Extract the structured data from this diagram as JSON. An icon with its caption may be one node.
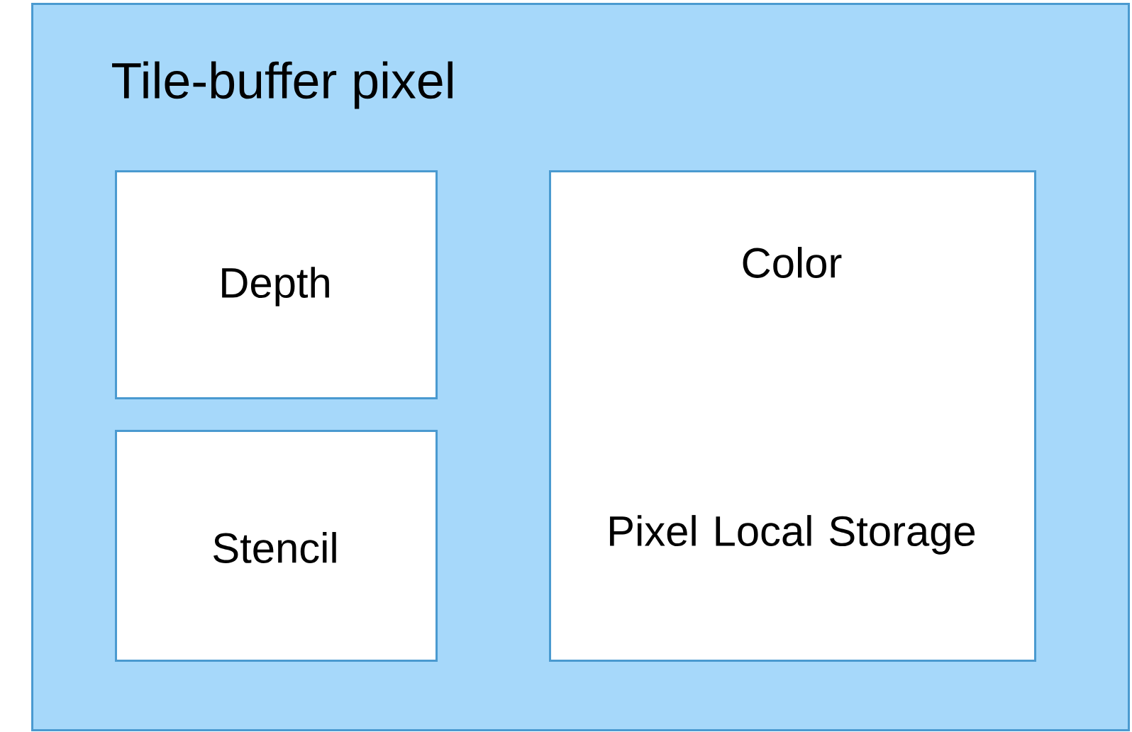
{
  "diagram": {
    "nodes": [
      {
        "text": [
          "Tile-buffer pixel"
        ]
      },
      {
        "text": [
          "Depth"
        ],
        "in": 0
      },
      {
        "text": [
          "Stencil"
        ],
        "in": 0
      },
      {
        "text": [
          "Color",
          "Pixel Local Storage"
        ],
        "in": 0
      }
    ]
  }
}
